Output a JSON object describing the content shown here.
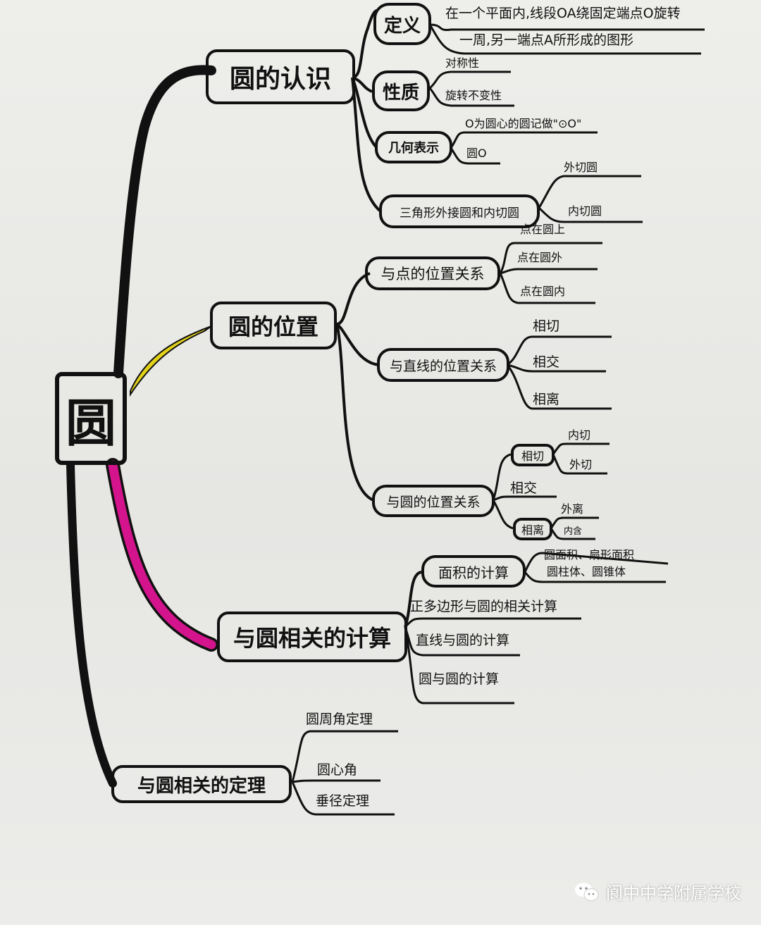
{
  "root": "圆",
  "branches": {
    "recognition": {
      "title": "圆的认识",
      "definition": {
        "label": "定义",
        "items": [
          "在一个平面内,线段OA绕固定端点O旋转",
          "一周,另一端点A所形成的图形"
        ]
      },
      "properties": {
        "label": "性质",
        "items": [
          "对称性",
          "旋转不变性"
        ]
      },
      "notation": {
        "label": "几何表示",
        "items": [
          "O为圆心的圆记做\"⊙O\"",
          "圆O"
        ]
      },
      "triangle": {
        "label": "三角形外接圆和内切圆",
        "items": [
          "外切圆",
          "内切圆"
        ]
      }
    },
    "position": {
      "title": "圆的位置",
      "point": {
        "label": "与点的位置关系",
        "items": [
          "点在圆上",
          "点在圆外",
          "点在圆内"
        ]
      },
      "line": {
        "label": "与直线的位置关系",
        "items": [
          "相切",
          "相交",
          "相离"
        ]
      },
      "circle": {
        "label": "与圆的位置关系",
        "tangent": {
          "label": "相切",
          "items": [
            "内切",
            "外切"
          ]
        },
        "intersect": "相交",
        "separate": {
          "label": "相离",
          "items": [
            "外离",
            "内含"
          ]
        }
      }
    },
    "calculation": {
      "title": "与圆相关的计算",
      "area": {
        "label": "面积的计算",
        "items": [
          "圆面积、扇形面积",
          "圆柱体、圆锥体"
        ]
      },
      "others": [
        "正多边形与圆的相关计算",
        "直线与圆的计算",
        "圆与圆的计算"
      ]
    },
    "theorems": {
      "title": "与圆相关的定理",
      "items": [
        "圆周角定理",
        "圆心角",
        "垂径定理"
      ]
    }
  },
  "watermark": "阆中中学附属学校",
  "colors": {
    "ink": "#111111",
    "yellow": "#e3d21a",
    "magenta": "#d4148c"
  },
  "icons": {
    "watermark": "wechat-icon"
  }
}
